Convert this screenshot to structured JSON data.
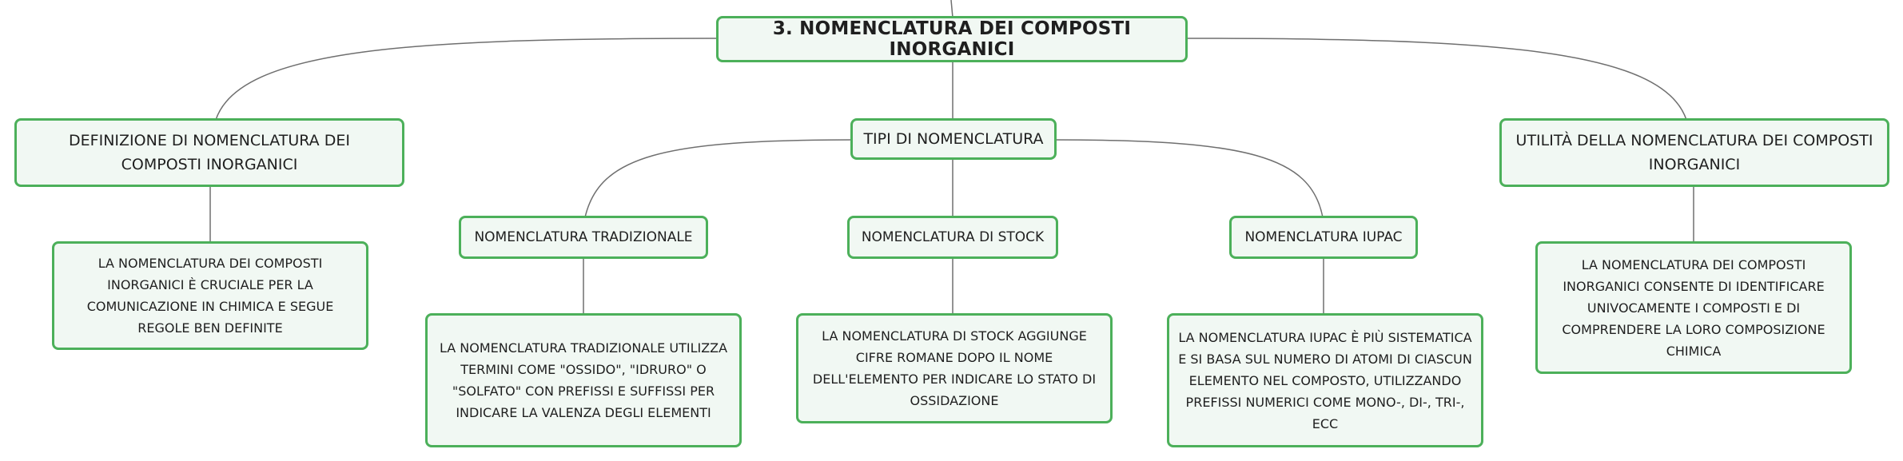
{
  "root": {
    "label": "3. NOMENCLATURA DEI COMPOSTI INORGANICI"
  },
  "branches": {
    "definizione": {
      "label": "DEFINIZIONE DI NOMENCLATURA DEI COMPOSTI INORGANICI",
      "detail": "LA NOMENCLATURA DEI COMPOSTI INORGANICI È CRUCIALE PER LA COMUNICAZIONE IN CHIMICA E SEGUE REGOLE BEN DEFINITE"
    },
    "tipi": {
      "label": "TIPI DI NOMENCLATURA",
      "children": {
        "tradizionale": {
          "label": "NOMENCLATURA TRADIZIONALE",
          "detail": "LA NOMENCLATURA TRADIZIONALE UTILIZZA TERMINI COME \"OSSIDO\", \"IDRURO\" O \"SOLFATO\" CON PREFISSI E SUFFISSI PER INDICARE LA VALENZA DEGLI ELEMENTI"
        },
        "stock": {
          "label": "NOMENCLATURA DI STOCK",
          "detail": "LA NOMENCLATURA DI STOCK AGGIUNGE CIFRE ROMANE DOPO IL NOME DELL'ELEMENTO PER INDICARE LO STATO DI OSSIDAZIONE"
        },
        "iupac": {
          "label": "NOMENCLATURA IUPAC",
          "detail": "LA NOMENCLATURA IUPAC È PIÙ SISTEMATICA E SI BASA SUL NUMERO DI ATOMI DI CIASCUN ELEMENTO NEL COMPOSTO, UTILIZZANDO PREFISSI NUMERICI COME MONO-, DI-, TRI-, ECC"
        }
      }
    },
    "utilita": {
      "label": "UTILITÀ DELLA NOMENCLATURA DEI COMPOSTI INORGANICI",
      "detail": "LA NOMENCLATURA DEI COMPOSTI INORGANICI CONSENTE DI IDENTIFICARE UNIVOCAMENTE I COMPOSTI E DI COMPRENDERE LA LORO COMPOSIZIONE CHIMICA"
    }
  },
  "colors": {
    "node_border": "#4cb05a",
    "node_fill": "#f1f8f3",
    "connector": "#6f6f6f"
  }
}
